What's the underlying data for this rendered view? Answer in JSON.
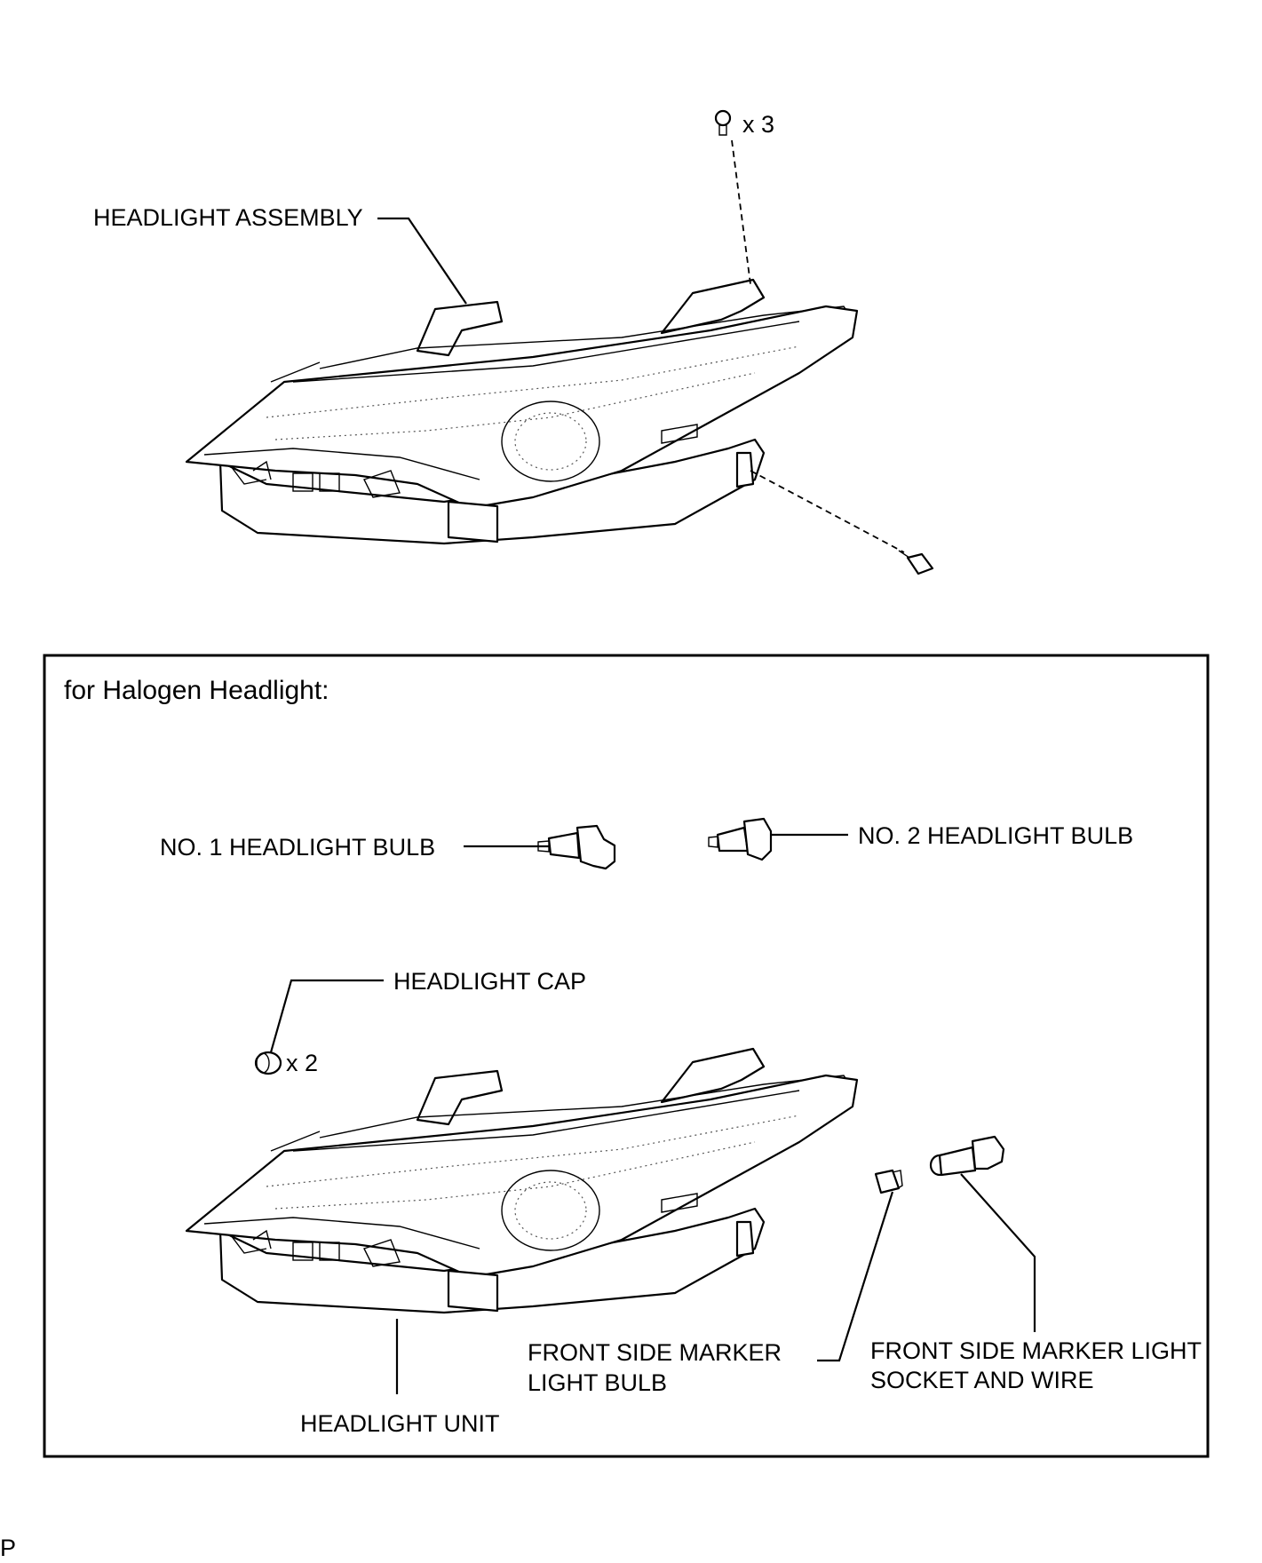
{
  "top_section": {
    "headlight_assembly_label": "HEADLIGHT ASSEMBLY",
    "screw_count_label": "x 3"
  },
  "halogen_box": {
    "heading": "for Halogen Headlight:",
    "no1_bulb_label": "NO. 1 HEADLIGHT BULB",
    "no2_bulb_label": "NO. 2 HEADLIGHT BULB",
    "cap_label": "HEADLIGHT CAP",
    "cap_count_label": "x 2",
    "unit_label": "HEADLIGHT UNIT",
    "marker_bulb_label_line1": "FRONT SIDE MARKER",
    "marker_bulb_label_line2": "LIGHT BULB",
    "marker_socket_label_line1": "FRONT SIDE MARKER LIGHT",
    "marker_socket_label_line2": "SOCKET AND WIRE"
  },
  "footer": {
    "corner_mark": "P"
  }
}
